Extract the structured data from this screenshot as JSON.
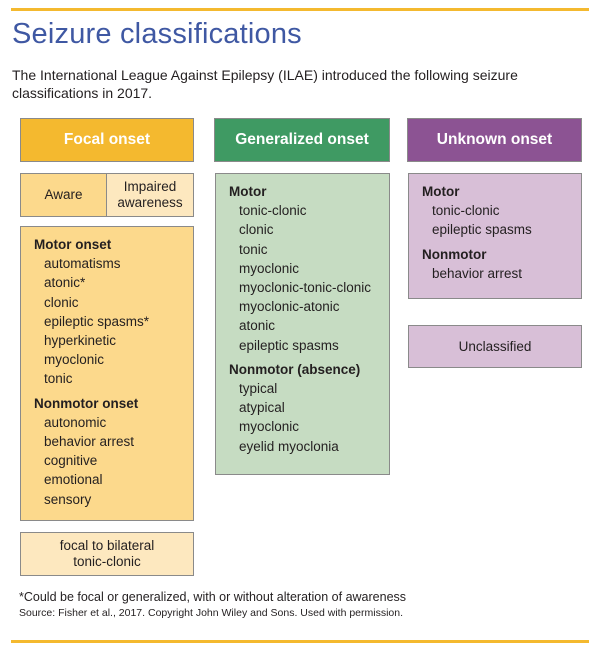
{
  "header": {
    "title": "Seizure classifications",
    "intro": "The International League Against Epilepsy (ILAE) introduced the following seizure classifications in 2017."
  },
  "colors": {
    "rule": "#f4b92f",
    "title": "#3f58a3",
    "focal_header": "#f4b92f",
    "focal_body": "#fcd98c",
    "focal_light": "#fde8bf",
    "generalized_header": "#3f9a63",
    "generalized_body": "#c6dcc2",
    "unknown_header": "#8c5393",
    "unknown_body": "#d8bfd7"
  },
  "focal": {
    "header": "Focal onset",
    "aware": "Aware",
    "impaired": "Impaired awareness",
    "groups": [
      {
        "label": "Motor onset",
        "items": [
          "automatisms",
          "atonic*",
          "clonic",
          "epileptic spasms*",
          "hyperkinetic",
          "myoclonic",
          "tonic"
        ]
      },
      {
        "label": "Nonmotor onset",
        "items": [
          "autonomic",
          "behavior arrest",
          "cognitive",
          "emotional",
          "sensory"
        ]
      }
    ],
    "bilateral_line1": "focal to bilateral",
    "bilateral_line2": "tonic-clonic"
  },
  "generalized": {
    "header": "Generalized onset",
    "groups": [
      {
        "label": "Motor",
        "items": [
          "tonic-clonic",
          "clonic",
          "tonic",
          "myoclonic",
          "myoclonic-tonic-clonic",
          "myoclonic-atonic",
          "atonic",
          "epileptic spasms"
        ]
      },
      {
        "label": "Nonmotor (absence)",
        "items": [
          "typical",
          "atypical",
          "myoclonic",
          "eyelid myoclonia"
        ]
      }
    ]
  },
  "unknown": {
    "header": "Unknown onset",
    "groups": [
      {
        "label": "Motor",
        "items": [
          "tonic-clonic",
          "epileptic spasms"
        ]
      },
      {
        "label": "Nonmotor",
        "items": [
          "behavior arrest"
        ]
      }
    ],
    "unclassified": "Unclassified"
  },
  "footer": {
    "note": "*Could be focal or generalized, with or without alteration of awareness",
    "source": "Source: Fisher et al., 2017. Copyright John Wiley and Sons. Used with permission."
  }
}
